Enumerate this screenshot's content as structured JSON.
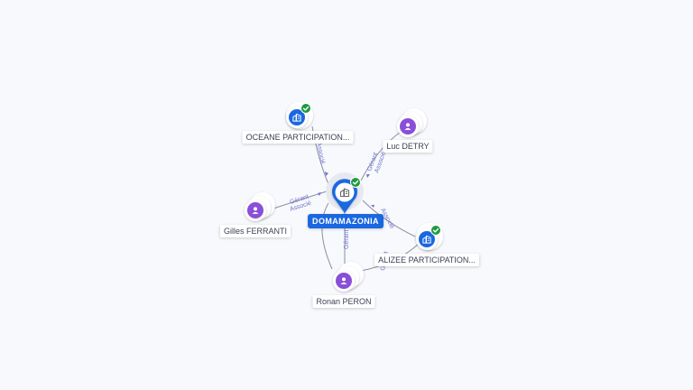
{
  "colors": {
    "company": "#1a67e0",
    "person": "#8a4fd8",
    "verified": "#1f9a3e",
    "edge_label": "#6f74cf",
    "edge": "#8a8fa3"
  },
  "center_node": {
    "label": "DOMAMAZONIA",
    "icon": "building-icon",
    "verified": true
  },
  "nodes": [
    {
      "id": "oceane",
      "label": "OCEANE PARTICIPATION...",
      "type": "company",
      "icon": "building-icon",
      "verified": true
    },
    {
      "id": "luc",
      "label": "Luc DETRY",
      "type": "person",
      "icon": "person-icon",
      "verified": false
    },
    {
      "id": "gilles",
      "label": "Gilles FERRANTI",
      "type": "person",
      "icon": "person-icon",
      "verified": false
    },
    {
      "id": "alizee",
      "label": "ALIZEE PARTICIPATION...",
      "type": "company",
      "icon": "building-icon",
      "verified": true
    },
    {
      "id": "ronan",
      "label": "Ronan PERON",
      "type": "person",
      "icon": "person-icon",
      "verified": false
    }
  ],
  "edges": [
    {
      "from": "oceane",
      "label": "Associé"
    },
    {
      "from": "luc",
      "label": "Gérant"
    },
    {
      "from": "luc",
      "label": "Associé"
    },
    {
      "from": "gilles",
      "label": "Gérant"
    },
    {
      "from": "gilles",
      "label": "Associé"
    },
    {
      "from": "alizee",
      "label": "Associé"
    },
    {
      "from": "ronan",
      "label": "Gérant"
    },
    {
      "from": "ronan",
      "label": "Gérant"
    }
  ]
}
